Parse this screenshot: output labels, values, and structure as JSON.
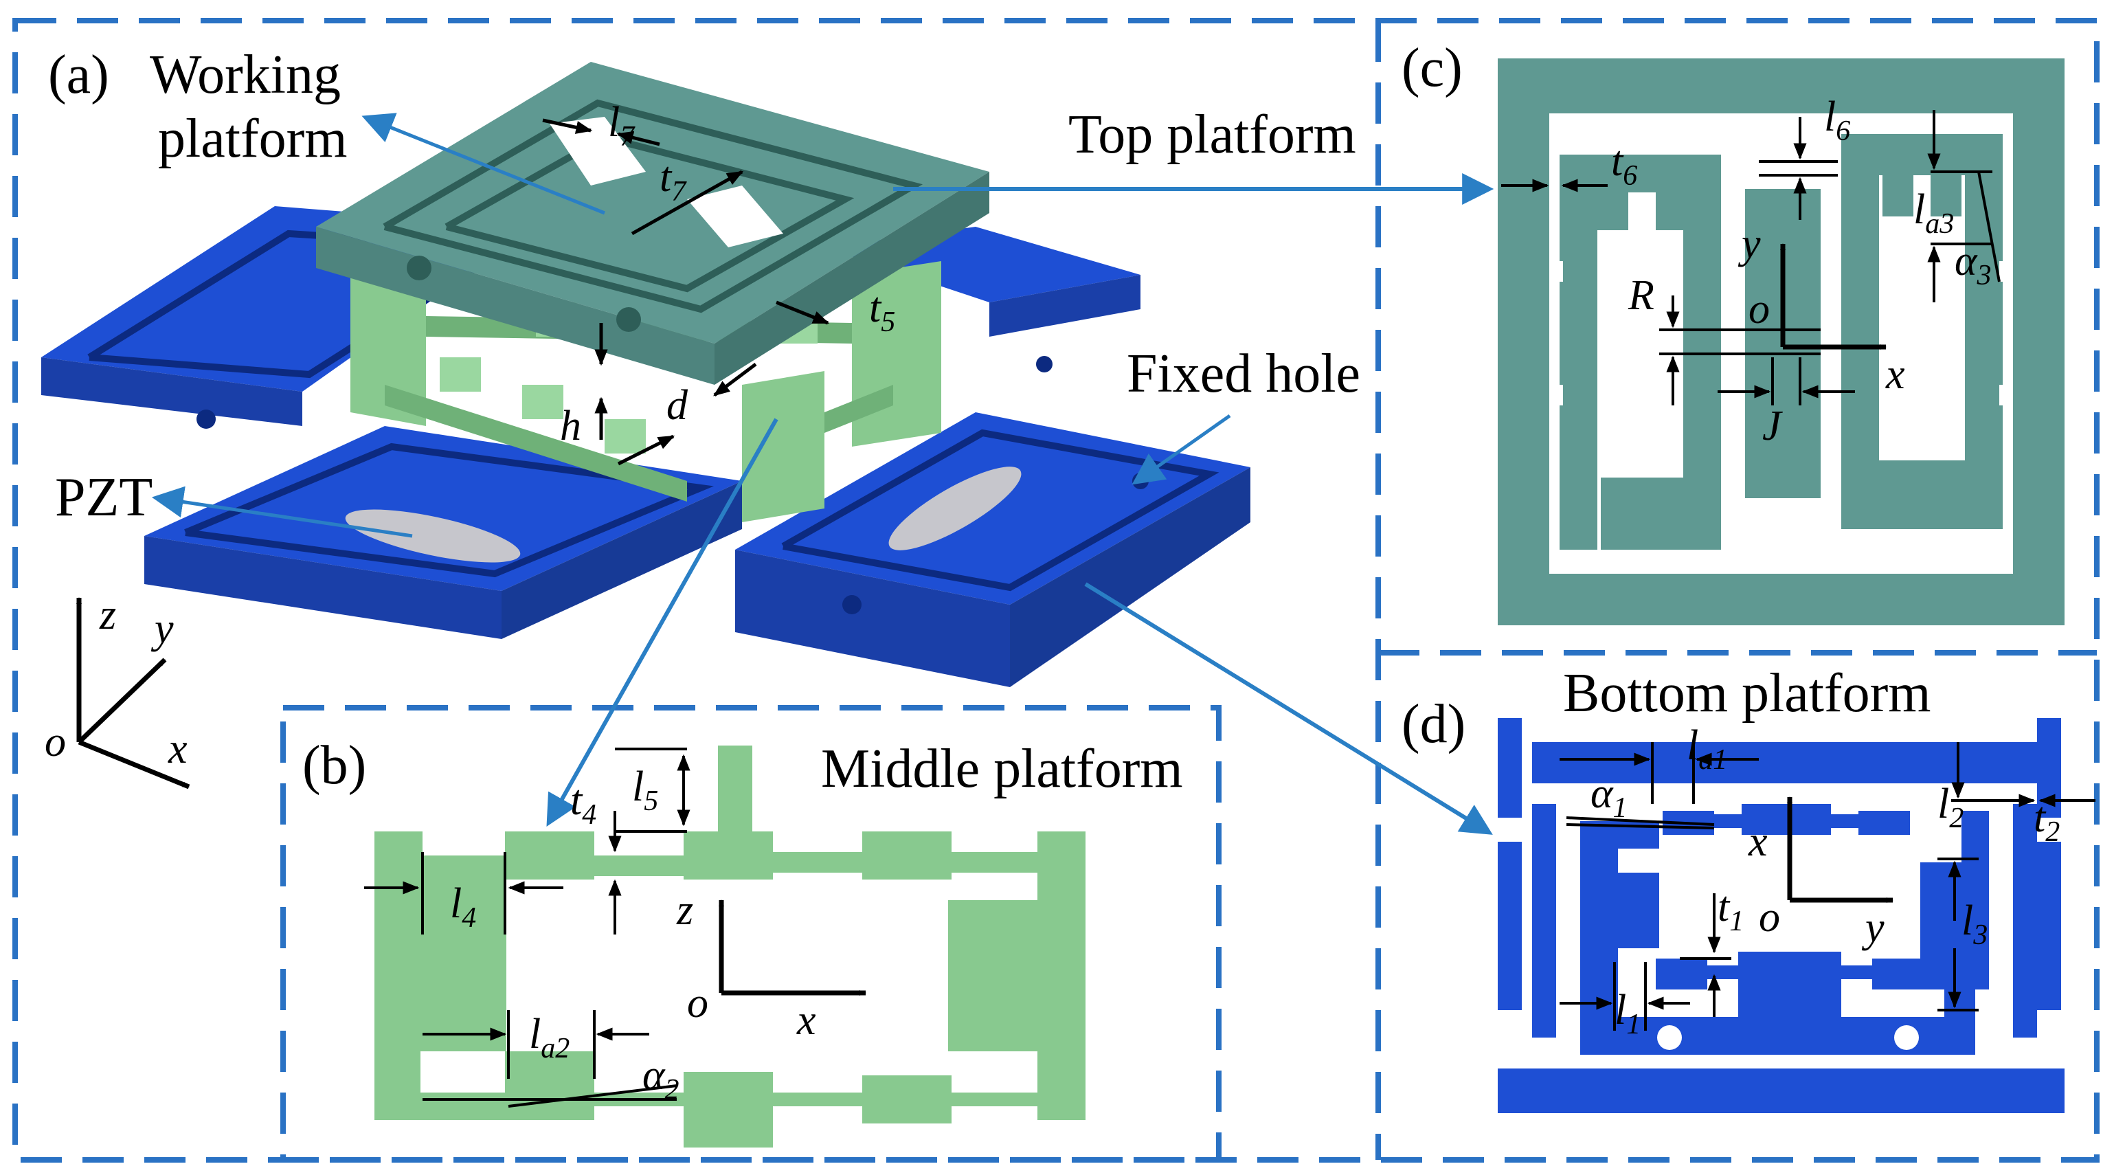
{
  "colors": {
    "frame": "#2a72c4",
    "working_platform": "#5f9992",
    "middle_platform": "#88c98f",
    "bottom_platform": "#1e4fd4",
    "pzt": "#c6c6cc",
    "arrow": "#2a7fc5"
  },
  "panel_a": {
    "tag": "(a)",
    "working_platform_label": [
      "Working",
      "platform"
    ],
    "pzt_label": "PZT",
    "fixed_hole_label": "Fixed hole",
    "dims": [
      "l7",
      "t7",
      "t5",
      "h",
      "d"
    ],
    "axes": {
      "z": "z",
      "y": "y",
      "x": "x",
      "o": "o"
    }
  },
  "panel_b": {
    "tag": "(b)",
    "title": "Middle platform",
    "dims": [
      "t4",
      "l5",
      "l4",
      "la2",
      "α2"
    ],
    "axes": {
      "z": "z",
      "x": "x",
      "o": "o"
    }
  },
  "panel_c": {
    "tag": "(c)",
    "title": "Top platform",
    "dims": [
      "t6",
      "l6",
      "la3",
      "α3",
      "R",
      "J"
    ],
    "axes": {
      "y": "y",
      "x": "x",
      "o": "o"
    }
  },
  "panel_d": {
    "tag": "(d)",
    "title": "Bottom platform",
    "dims": [
      "la1",
      "α1",
      "l2",
      "t2",
      "t1",
      "l3",
      "l1"
    ],
    "axes": {
      "x": "x",
      "y": "y",
      "o": "o"
    }
  }
}
